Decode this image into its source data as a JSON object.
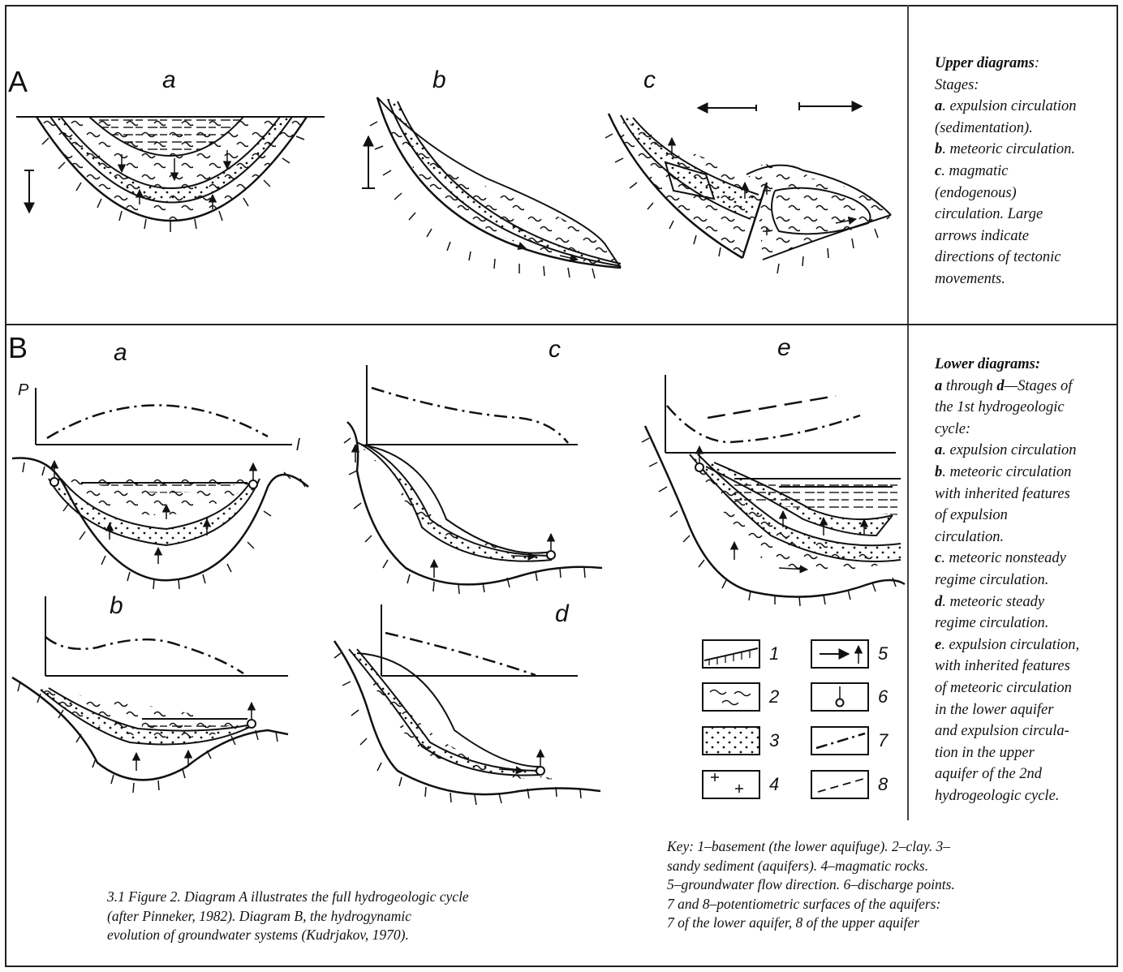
{
  "labels": {
    "panel_a": "A",
    "panel_b": "B",
    "upper": {
      "a": "a",
      "b": "b",
      "c": "c"
    },
    "lower": {
      "a": "a",
      "b": "b",
      "c": "c",
      "d": "d",
      "e": "e"
    },
    "axis_p": "P",
    "axis_l": "l"
  },
  "upper_text": {
    "title": "Upper diagrams",
    "lines": [
      {
        "pre": "",
        "bold": "",
        "text": "Stages:"
      },
      {
        "pre": "",
        "bold": "a",
        "text": ". expulsion circulation"
      },
      {
        "pre": "",
        "bold": "",
        "text": "(sedimentation)."
      },
      {
        "pre": "",
        "bold": "b",
        "text": ". meteoric circulation."
      },
      {
        "pre": "",
        "bold": "c",
        "text": ". magmatic"
      },
      {
        "pre": "",
        "bold": "",
        "text": "(endogenous)"
      },
      {
        "pre": "",
        "bold": "",
        "text": "circulation. Large"
      },
      {
        "pre": "",
        "bold": "",
        "text": "arrows indicate"
      },
      {
        "pre": "",
        "bold": "",
        "text": "directions of tectonic"
      },
      {
        "pre": "",
        "bold": "",
        "text": "movements."
      }
    ]
  },
  "lower_text": {
    "title": "Lower diagrams:",
    "lines": [
      {
        "pre": "",
        "bold": "a",
        "text": " through "
      },
      {
        "pre": "",
        "bold": "",
        "text": "the 1st hydrogeologic"
      },
      {
        "pre": "",
        "bold": "",
        "text": "cycle:"
      },
      {
        "pre": "",
        "bold": "a",
        "text": ". expulsion circulation"
      },
      {
        "pre": "",
        "bold": "b",
        "text": ". meteoric circulation"
      },
      {
        "pre": "",
        "bold": "",
        "text": "with inherited features"
      },
      {
        "pre": "",
        "bold": "",
        "text": "of expulsion"
      },
      {
        "pre": "",
        "bold": "",
        "text": "circulation."
      },
      {
        "pre": "",
        "bold": "c",
        "text": ". meteoric nonsteady"
      },
      {
        "pre": "",
        "bold": "",
        "text": "regime circulation."
      },
      {
        "pre": "",
        "bold": "d",
        "text": ". meteoric steady"
      },
      {
        "pre": "",
        "bold": "",
        "text": "regime circulation."
      },
      {
        "pre": "",
        "bold": "e",
        "text": ". expulsion circulation,"
      },
      {
        "pre": "",
        "bold": "",
        "text": "with inherited features"
      },
      {
        "pre": "",
        "bold": "",
        "text": "of meteoric circulation"
      },
      {
        "pre": "",
        "bold": "",
        "text": "in the lower aquifer"
      },
      {
        "pre": "",
        "bold": "",
        "text": "and expulsion circula-"
      },
      {
        "pre": "",
        "bold": "",
        "text": "tion in the upper"
      },
      {
        "pre": "",
        "bold": "",
        "text": "aquifer of the 2nd"
      },
      {
        "pre": "",
        "bold": "",
        "text": "hydrogeologic cycle."
      }
    ],
    "first_line_d": "d",
    "first_line_tail": "—Stages of"
  },
  "legend": {
    "items": [
      "1",
      "2",
      "3",
      "4",
      "5",
      "6",
      "7",
      "8"
    ]
  },
  "caption": {
    "lines": [
      "3.1 Figure 2. Diagram A illustrates the full hydrogeologic cycle",
      "(after Pinneker, 1982).  Diagram B, the hydrogynamic",
      "evolution of groundwater systems (Kudrjakov, 1970)."
    ]
  },
  "key": {
    "lines": [
      "Key: 1–basement (the lower aquifuge). 2–clay. 3–",
      "sandy sediment (aquifers). 4–magmatic rocks.",
      "5–groundwater flow direction. 6–discharge points.",
      "7 and 8–potentiometric surfaces of the aquifers:",
      "7 of the lower aquifer, 8 of the upper aquifer"
    ]
  },
  "colors": {
    "ink": "#111111",
    "frame": "#222222"
  }
}
